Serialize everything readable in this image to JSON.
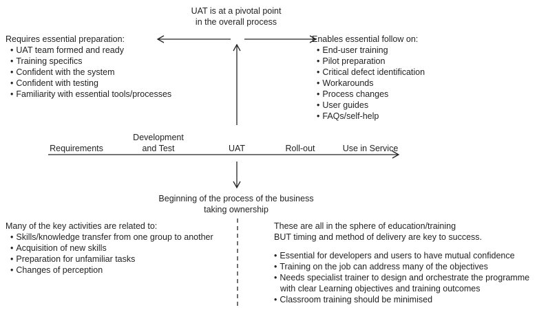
{
  "pivot": {
    "line1": "UAT is at a pivotal point",
    "line2": "in the overall process"
  },
  "prep": {
    "header": "Requires essential preparation:",
    "items": [
      "UAT team formed and ready",
      "Training specifics",
      "Confident with the system",
      "Confident with testing",
      "Familiarity with essential tools/processes"
    ]
  },
  "follow": {
    "header": "Enables essential follow on:",
    "items": [
      "End-user training",
      "Pilot preparation",
      "Critical defect identification",
      "Workarounds",
      "Process changes",
      "User guides",
      "FAQs/self-help"
    ]
  },
  "timeline": {
    "stages": [
      "Requirements",
      "Development",
      "and Test",
      "UAT",
      "Roll-out",
      "Use in Service"
    ]
  },
  "ownership": {
    "line1": "Beginning of the process of the business",
    "line2": "taking ownership"
  },
  "activities": {
    "header": "Many of the key activities are related to:",
    "items": [
      "Skills/knowledge transfer from one group to another",
      "Acquisition of new skills",
      "Preparation for unfamiliar tasks",
      "Changes of perception"
    ]
  },
  "education": {
    "line1": "These are all in the sphere of education/training",
    "line2": "BUT timing and method of delivery are key to success.",
    "items": [
      "Essential for developers and users to have mutual confidence",
      "Training on the job can address many of the objectives",
      "Needs specialist trainer to design and orchestrate the programme",
      "with clear Learning objectives and training outcomes",
      "Classroom training should be minimised"
    ]
  }
}
